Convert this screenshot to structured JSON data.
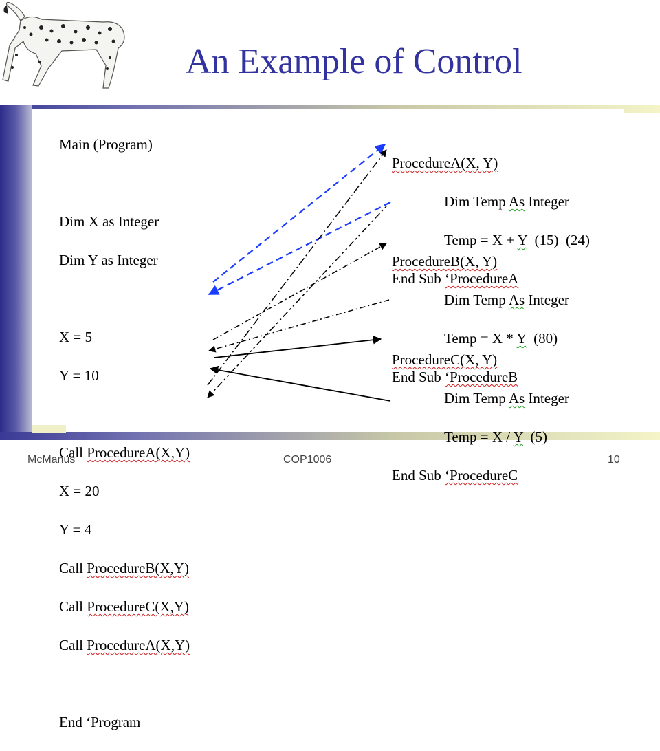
{
  "slide": {
    "title": "An Example of Control",
    "main": {
      "header": "Main (Program)",
      "dimX": "Dim X as Integer",
      "dimY": "Dim Y as Integer",
      "x5": "X = 5",
      "y10": "Y = 10",
      "call1_prefix": "Call ",
      "call1_name": "ProcedureA(X,Y)",
      "x20": "X = 20",
      "y4": "Y = 4",
      "call2_prefix": "Call ",
      "call2_name": "ProcedureB(X,Y)",
      "call3_prefix": "Call ",
      "call3_name": "ProcedureC(X,Y)",
      "call4_prefix": "Call ",
      "call4_name": "ProcedureA(X,Y)",
      "end": "End ‘Program"
    },
    "procA": {
      "header": "ProcedureA(X, Y)",
      "dim_prefix": "Dim Temp ",
      "dim_as": "As",
      "dim_suffix": " Integer",
      "temp_prefix": "Temp = X + ",
      "temp_y": "Y",
      "temp_suffix": "  (15)  (24)",
      "end_prefix": "End Sub ",
      "end_name": "‘ProcedureA"
    },
    "procB": {
      "header": "ProcedureB(X, Y)",
      "dim_prefix": "Dim Temp ",
      "dim_as": "As",
      "dim_suffix": " Integer",
      "temp_prefix": "Temp = X * ",
      "temp_y": "Y",
      "temp_suffix": "  (80)",
      "end_prefix": "End Sub ",
      "end_name": "‘ProcedureB"
    },
    "procC": {
      "header": "ProcedureC(X, Y)",
      "dim_prefix": "Dim Temp ",
      "dim_as": "As",
      "dim_suffix": " Integer",
      "temp_prefix": "Temp = X / ",
      "temp_y": "Y",
      "temp_suffix": "  (5)",
      "end_prefix": "End Sub ",
      "end_name": "‘ProcedureC"
    }
  },
  "footer": {
    "author": "McManus",
    "course": "COP1006",
    "page": "10"
  },
  "colors": {
    "title": "#3333a0",
    "blue_arrow": "#1a3cff",
    "black_arrow": "#000000"
  }
}
